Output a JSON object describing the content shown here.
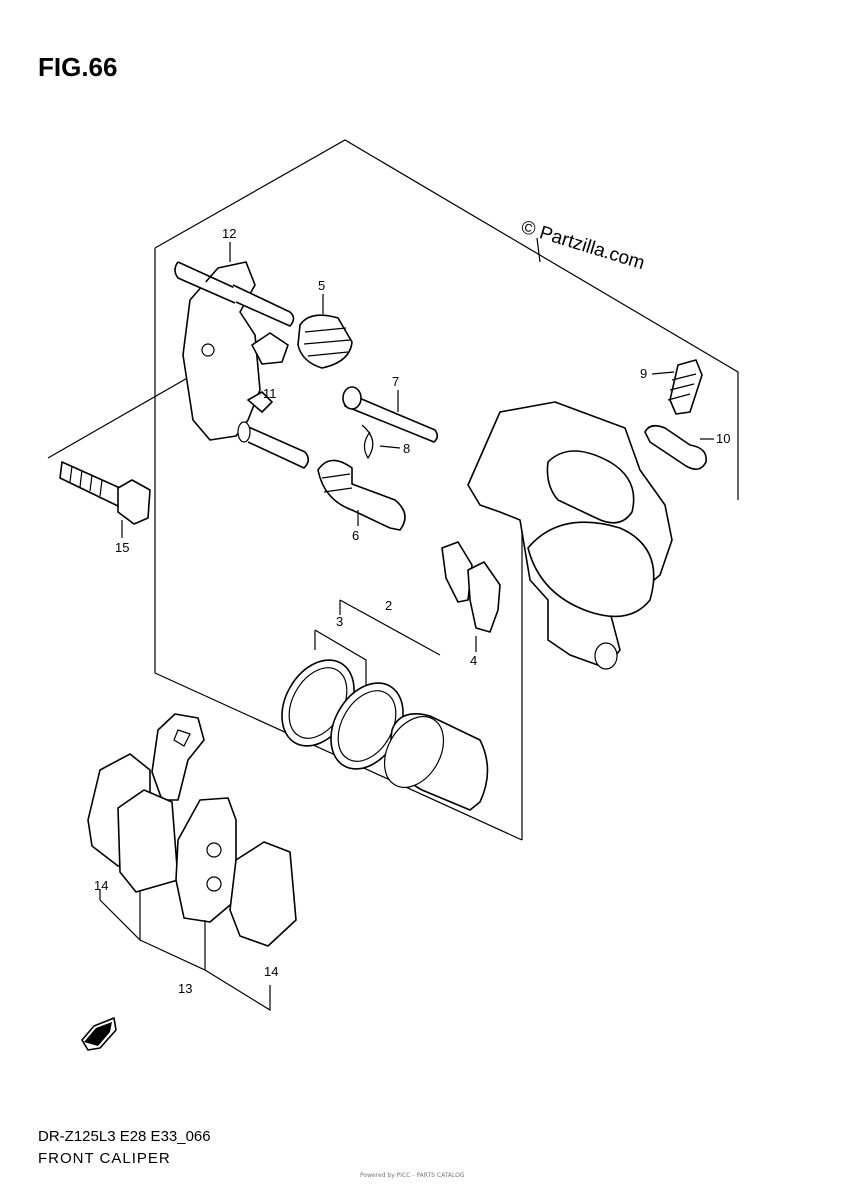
{
  "figure": {
    "title": "FIG.66",
    "watermark": "© Partzilla.com",
    "model_code": "DR-Z125L3 E28 E33_066",
    "section_name": "FRONT CALIPER",
    "footer_tiny": "Powered by PICC - PARTS CATALOG"
  },
  "callouts": {
    "c2": "2",
    "c3": "3",
    "c4": "4",
    "c5": "5",
    "c6": "6",
    "c7": "7",
    "c8": "8",
    "c9": "9",
    "c10": "10",
    "c11": "11",
    "c12": "12",
    "c13": "13",
    "c14a": "14",
    "c14b": "14",
    "c15": "15"
  },
  "icons": {
    "fwd": "fwd-arrow-icon"
  },
  "colors": {
    "line": "#000000",
    "background": "#ffffff"
  }
}
